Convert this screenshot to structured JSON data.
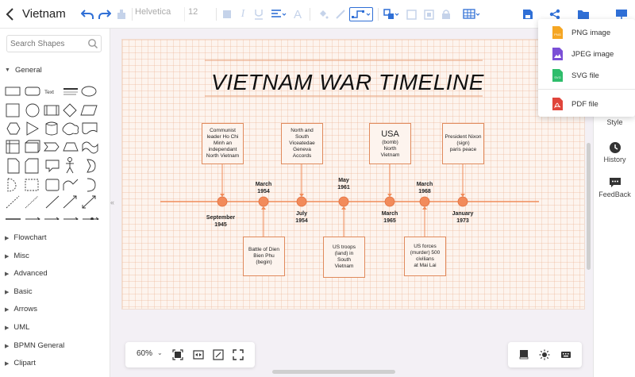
{
  "app": {
    "title": "Vietnam"
  },
  "toolbar": {
    "font": "Helvetica",
    "font_size": "12"
  },
  "left_panel": {
    "search_placeholder": "Search Shapes",
    "general_label": "General",
    "text_shape_label": "Text",
    "categories": [
      "Flowchart",
      "Misc",
      "Advanced",
      "Basic",
      "Arrows",
      "UML",
      "BPMN General",
      "Clipart"
    ]
  },
  "right_panel": {
    "style": "Style",
    "history": "History",
    "feedback": "FeedBack"
  },
  "export_menu": {
    "items": [
      {
        "label": "PNG image",
        "icon": "png",
        "color": "#f5a623"
      },
      {
        "label": "JPEG image",
        "icon": "jpeg",
        "color": "#7b4fd6"
      },
      {
        "label": "SVG file",
        "icon": "svg",
        "color": "#2ebd6b"
      },
      {
        "label": "PDF file",
        "icon": "pdf",
        "color": "#e0453b"
      }
    ]
  },
  "zoom": {
    "value": "60%"
  },
  "diagram": {
    "title": "VIETNAM WAR TIMELINE",
    "accent_color": "#f08c5a",
    "top_boxes": [
      {
        "lines": [
          "Communist",
          "leader Ho Chi",
          "Minh an",
          "independant",
          "North Vietnam"
        ]
      },
      {
        "lines": [
          "North and",
          "South",
          "Viceatedae",
          "Geneva",
          "Accords"
        ]
      },
      {
        "headline": "USA",
        "lines": [
          "(bomb)",
          "North",
          "Vietnam"
        ]
      },
      {
        "lines": [
          "President Nixon",
          "(sign)",
          "paris peace"
        ]
      }
    ],
    "bottom_boxes": [
      {
        "lines": [
          "Battle of Dien",
          "Bien Phu",
          "(begin)"
        ]
      },
      {
        "lines": [
          "US troops",
          "(land) in",
          "South",
          "Vietnam"
        ]
      },
      {
        "lines": [
          "US forces",
          "(murder) 500",
          "civilians",
          "at Mai Lai"
        ]
      }
    ],
    "dates_above": [
      {
        "month": "March",
        "year": "1954"
      },
      {
        "month": "May",
        "year": "1961"
      },
      {
        "month": "March",
        "year": "1968"
      }
    ],
    "dates_below": [
      {
        "month": "September",
        "year": "1945"
      },
      {
        "month": "July",
        "year": "1954"
      },
      {
        "month": "March",
        "year": "1965"
      },
      {
        "month": "January",
        "year": "1973"
      }
    ]
  }
}
